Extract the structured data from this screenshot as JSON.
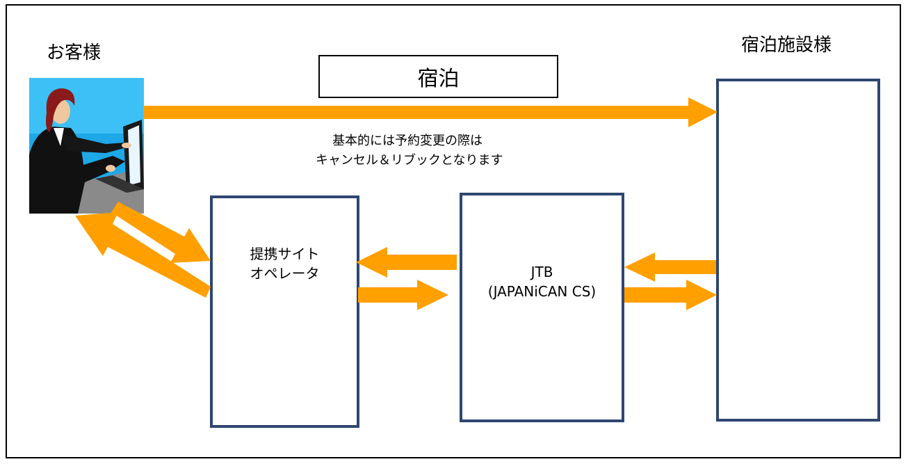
{
  "labels": {
    "customer": "お客様",
    "facility": "宿泊施設様",
    "stay": "宿泊",
    "note_line1": "基本的には予約変更の際は",
    "note_line2": "キャンセル＆リブックとなります"
  },
  "boxes": {
    "partner_line1": "提携サイト",
    "partner_line2": "オペレータ",
    "jtb_line1": "JTB",
    "jtb_line2": "(JAPANiCAN CS)"
  },
  "icons": {
    "customer": "businesswoman-at-laptop-icon",
    "facility": "hotel-building-icon"
  },
  "colors": {
    "arrow": "#ffa000",
    "box_border": "#2f4670"
  }
}
